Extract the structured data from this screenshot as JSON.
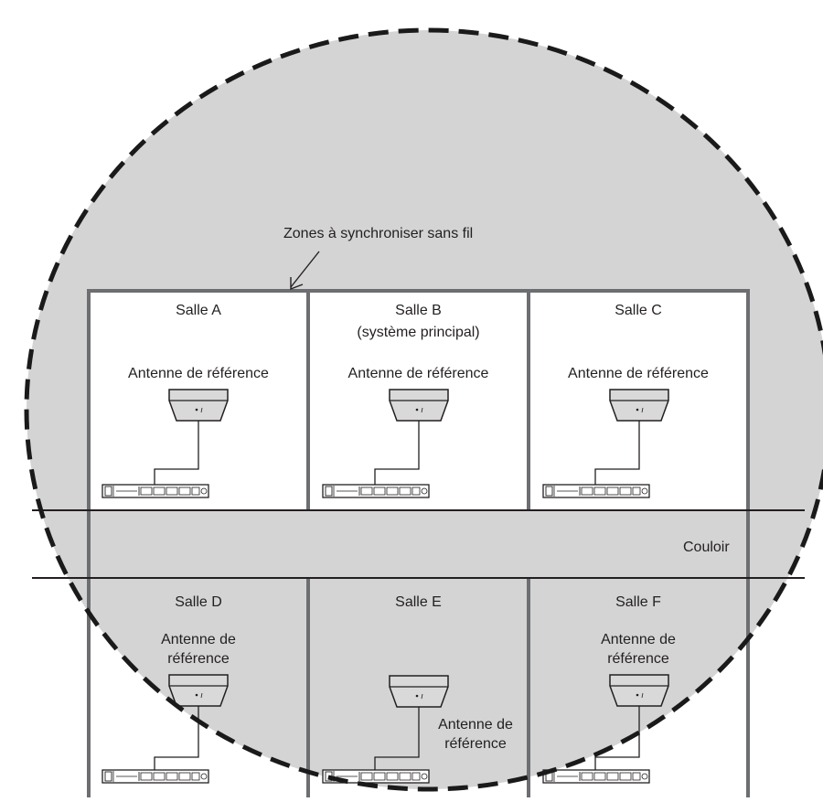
{
  "zone_label": "Zones à synchroniser sans fil",
  "corridor_label": "Couloir",
  "rooms": [
    {
      "name": "Salle A",
      "subtitle": "",
      "antenna_label": "Antenne de référence"
    },
    {
      "name": "Salle B",
      "subtitle": "(système principal)",
      "antenna_label": "Antenne de référence"
    },
    {
      "name": "Salle C",
      "subtitle": "",
      "antenna_label": "Antenne de référence"
    },
    {
      "name": "Salle D",
      "subtitle": "",
      "antenna_label_line1": "Antenne de",
      "antenna_label_line2": "référence"
    },
    {
      "name": "Salle E",
      "subtitle": "",
      "antenna_label_line1": "Antenne de",
      "antenna_label_line2": "référence"
    },
    {
      "name": "Salle F",
      "subtitle": "",
      "antenna_label_line1": "Antenne de",
      "antenna_label_line2": "référence"
    }
  ],
  "colors": {
    "zone_fill": "#d4d4d4",
    "zone_outline": "#1a1a1a",
    "building_outline": "#6d6e71",
    "wall": "#231f20",
    "room_fill": "#ffffff"
  },
  "icons": {
    "antenna": "ceiling-antenna-icon",
    "receiver": "rack-receiver-icon"
  }
}
